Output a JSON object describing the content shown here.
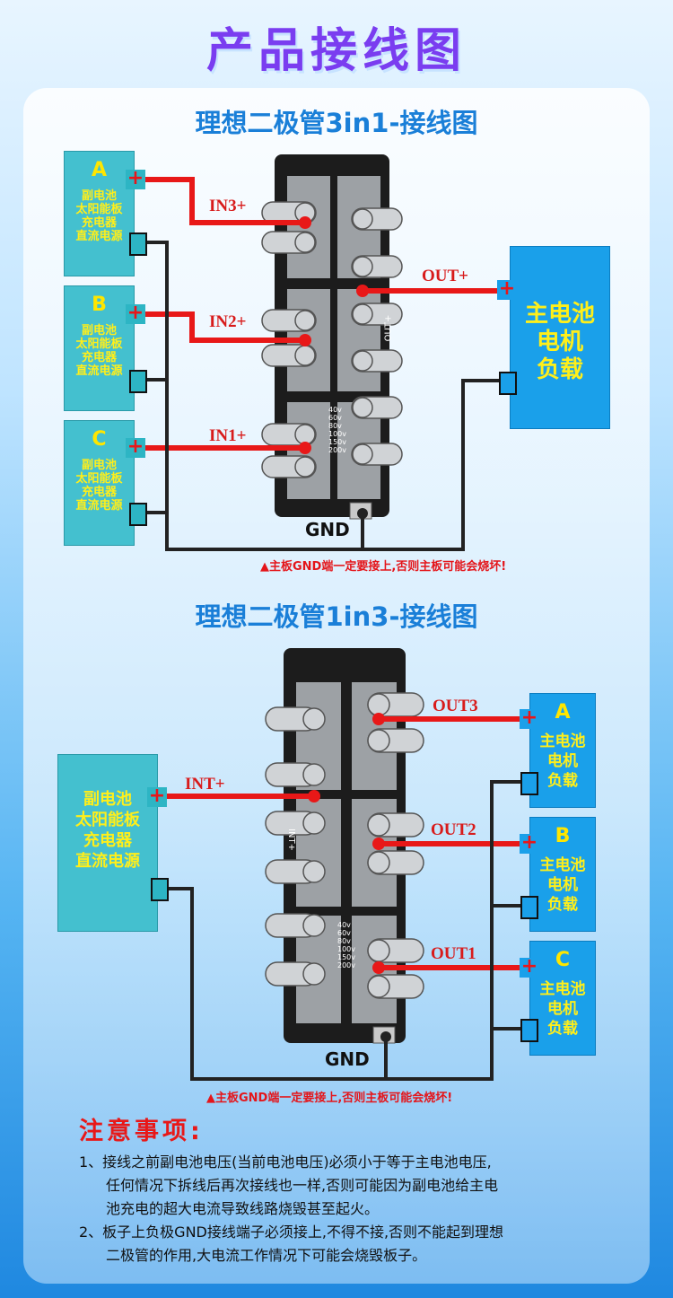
{
  "page_title": "产品接线图",
  "diagram1": {
    "title": "理想二极管3in1-接线图",
    "sources": [
      {
        "letter": "A",
        "lines": [
          "副电池",
          "太阳能板",
          "充电器",
          "直流电源"
        ]
      },
      {
        "letter": "B",
        "lines": [
          "副电池",
          "太阳能板",
          "充电器",
          "直流电源"
        ]
      },
      {
        "letter": "C",
        "lines": [
          "副电池",
          "太阳能板",
          "充电器",
          "直流电源"
        ]
      }
    ],
    "inputs": [
      "IN3+",
      "IN2+",
      "IN1+"
    ],
    "output_label": "OUT+",
    "load_lines": [
      "主电池",
      "电机",
      "负载"
    ],
    "board_text_out": "OUT+",
    "voltage_labels": [
      "40v",
      "60v",
      "80v",
      "100v",
      "150v",
      "200v"
    ],
    "gnd": "GND",
    "warning": "▲主板GND端一定要接上,否则主板可能会烧坏!"
  },
  "diagram2": {
    "title": "理想二极管1in3-接线图",
    "source_lines": [
      "副电池",
      "太阳能板",
      "充电器",
      "直流电源"
    ],
    "input_label": "INT+",
    "board_text_in": "INT+",
    "outputs": [
      "OUT3",
      "OUT2",
      "OUT1"
    ],
    "loads": [
      {
        "letter": "A",
        "lines": [
          "主电池",
          "电机",
          "负载"
        ]
      },
      {
        "letter": "B",
        "lines": [
          "主电池",
          "电机",
          "负载"
        ]
      },
      {
        "letter": "C",
        "lines": [
          "主电池",
          "电机",
          "负载"
        ]
      }
    ],
    "voltage_labels": [
      "40v",
      "60v",
      "80v",
      "100v",
      "150v",
      "200v"
    ],
    "gnd": "GND",
    "warning": "▲主板GND端一定要接上,否则主板可能会烧坏!"
  },
  "notes": {
    "title": "注意事项:",
    "items": [
      {
        "first": "1、接线之前副电池电压(当前电池电压)必须小于等于主电池电压,",
        "rest": [
          "任何情况下拆线后再次接线也一样,否则可能因为副电池给主电",
          "池充电的超大电流导致线路烧毁甚至起火。"
        ]
      },
      {
        "first": "2、板子上负极GND接线端子必须接上,不得不接,否则不能起到理想",
        "rest": [
          "二极管的作用,大电流工作情况下可能会烧毁板子。"
        ]
      }
    ]
  },
  "colors": {
    "title": "#7a3df0",
    "section_title": "#1a7fd8",
    "wire_pos": "#e81818",
    "wire_neg": "#222222",
    "source_box": "#44c0cf",
    "load_box": "#1aa0ea",
    "board": "#1c1c1c"
  }
}
